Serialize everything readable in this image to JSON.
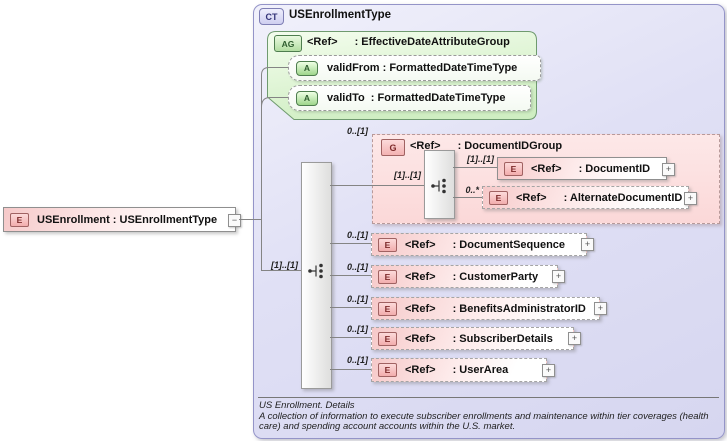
{
  "root_element": {
    "badge": "E",
    "label": "USEnrollment : USEnrollmentType",
    "collapse_glyph": "−"
  },
  "complex_type": {
    "badge": "CT",
    "title": "USEnrollmentType",
    "attribute_group": {
      "badge": "AG",
      "ref": "<Ref>",
      "type": ": EffectiveDateAttributeGroup",
      "attributes": [
        {
          "badge": "A",
          "label": "validFrom : FormattedDateTimeType"
        },
        {
          "badge": "A",
          "label": "validTo  : FormattedDateTimeType"
        }
      ]
    },
    "sequence_cardinality": "[1]..[1]",
    "group": {
      "cardinality": "0..[1]",
      "badge": "G",
      "ref": "<Ref>",
      "type": ": DocumentIDGroup",
      "sequence_cardinality": "[1]..[1]",
      "children": [
        {
          "cardinality": "[1]..[1]",
          "badge": "E",
          "ref": "<Ref>",
          "type": ": DocumentID",
          "expand_glyph": "+"
        },
        {
          "cardinality": "0..*",
          "badge": "E",
          "ref": "<Ref>",
          "type": ": AlternateDocumentID",
          "expand_glyph": "+"
        }
      ]
    },
    "elements": [
      {
        "cardinality": "0..[1]",
        "badge": "E",
        "ref": "<Ref>",
        "type": ": DocumentSequence",
        "expand_glyph": "+"
      },
      {
        "cardinality": "0..[1]",
        "badge": "E",
        "ref": "<Ref>",
        "type": ": CustomerParty",
        "expand_glyph": "+"
      },
      {
        "cardinality": "0..[1]",
        "badge": "E",
        "ref": "<Ref>",
        "type": ": BenefitsAdministratorID",
        "expand_glyph": "+"
      },
      {
        "cardinality": "0..[1]",
        "badge": "E",
        "ref": "<Ref>",
        "type": ": SubscriberDetails",
        "expand_glyph": "+"
      },
      {
        "cardinality": "0..[1]",
        "badge": "E",
        "ref": "<Ref>",
        "type": ": UserArea",
        "expand_glyph": "+"
      }
    ],
    "annotation": {
      "title": "US Enrollment. Details",
      "line1": "A collection of information to execute subscriber enrollments and maintenance within tier coverages (health",
      "line2": "care) and spending account accounts within the U.S. market."
    }
  },
  "colors": {
    "container_fill": "#e0e0f5",
    "container_border": "#9494c8",
    "group_green_fill": "#ddf2d2",
    "group_green_border": "#6f9a6f",
    "element_pink": "#f6c9c9",
    "badge_red_border": "#a06262",
    "badge_red_text": "#7c2a2a",
    "badge_green_text": "#2e5c2e",
    "line": "#848484"
  }
}
